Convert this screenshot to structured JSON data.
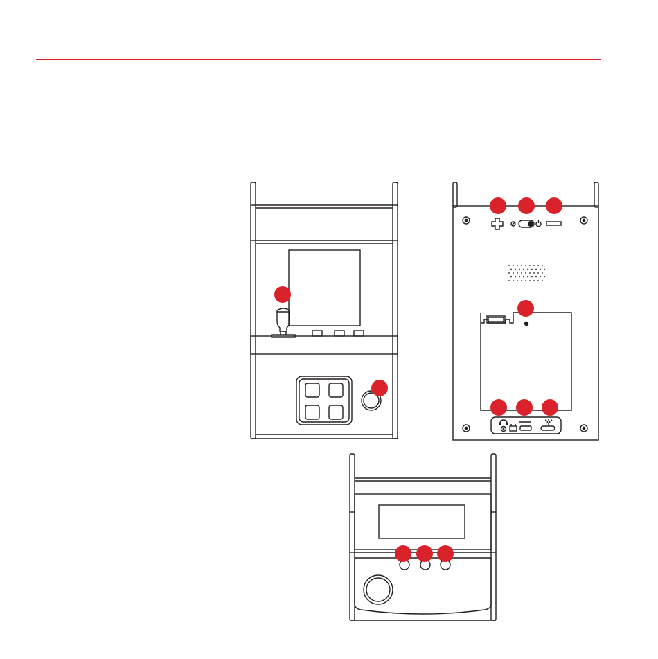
{
  "colors": {
    "accent": "#d9222a",
    "line": "#231f20",
    "paper": "#ffffff"
  },
  "page": {
    "rule_color": "#d9222a"
  },
  "front_view": {
    "callouts": [
      "joystick-callout",
      "front-round-button-callout"
    ]
  },
  "back_view": {
    "callouts": [
      "volume-up-callout",
      "power-switch-callout",
      "volume-down-callout",
      "battery-cover-callout",
      "headphone-jack-callout",
      "usb-port-callout",
      "usb-c-light-callout"
    ],
    "icons": [
      "plus-icon",
      "power-off-icon",
      "power-on-icon",
      "minus-icon",
      "headphone-icon",
      "usb-icon",
      "light-icon"
    ]
  },
  "top_view": {
    "callouts": [
      "top-button-1-callout",
      "top-button-2-callout",
      "top-button-3-callout"
    ]
  }
}
